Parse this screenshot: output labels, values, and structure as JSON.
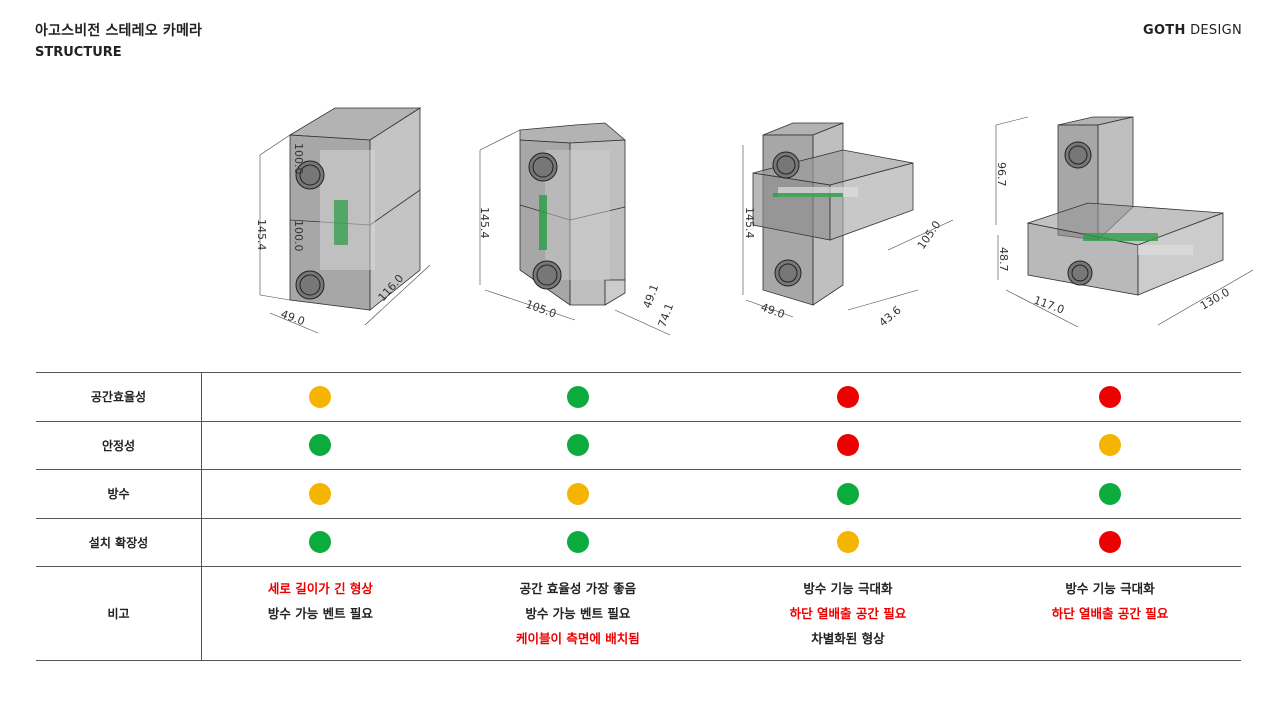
{
  "header": {
    "title": "아고스비전 스테레오 카메라",
    "subtitle": "STRUCTURE",
    "brand_bold": "GOTH",
    "brand_rest": " DESIGN"
  },
  "colors": {
    "yellow": "#f5b400",
    "green": "#0bab3e",
    "red": "#ee0000"
  },
  "figures": [
    {
      "dims": [
        "100.0",
        "145.4",
        "100.0",
        "116.0",
        "49.0"
      ]
    },
    {
      "dims": [
        "145.4",
        "105.0",
        "49.1",
        "74.1"
      ]
    },
    {
      "dims": [
        "145.4",
        "105.0",
        "49.0",
        "43.6"
      ]
    },
    {
      "dims": [
        "96.7",
        "48.7",
        "117.0",
        "130.0"
      ]
    }
  ],
  "rows": [
    {
      "label": "공간효율성",
      "ratings": [
        "yellow",
        "green",
        "red",
        "red"
      ]
    },
    {
      "label": "안정성",
      "ratings": [
        "green",
        "green",
        "red",
        "yellow"
      ]
    },
    {
      "label": "방수",
      "ratings": [
        "yellow",
        "yellow",
        "green",
        "green"
      ]
    },
    {
      "label": "설치 확장성",
      "ratings": [
        "green",
        "green",
        "yellow",
        "red"
      ]
    }
  ],
  "notes": {
    "label": "비고",
    "columns": [
      [
        {
          "text": "세로 길이가 긴 형상",
          "color": "red"
        },
        {
          "text": "방수 가능 벤트 필요",
          "color": "dark"
        }
      ],
      [
        {
          "text": "공간 효율성 가장 좋음",
          "color": "dark"
        },
        {
          "text": "방수 가능 벤트 필요",
          "color": "dark"
        },
        {
          "text": "케이블이 측면에 배치됨",
          "color": "red"
        }
      ],
      [
        {
          "text": "방수 기능 극대화",
          "color": "dark"
        },
        {
          "text": "하단 열배출 공간 필요",
          "color": "red"
        },
        {
          "text": "차별화된 형상",
          "color": "dark"
        }
      ],
      [
        {
          "text": "방수 기능 극대화",
          "color": "dark"
        },
        {
          "text": "하단 열배출 공간 필요",
          "color": "red"
        }
      ]
    ]
  }
}
